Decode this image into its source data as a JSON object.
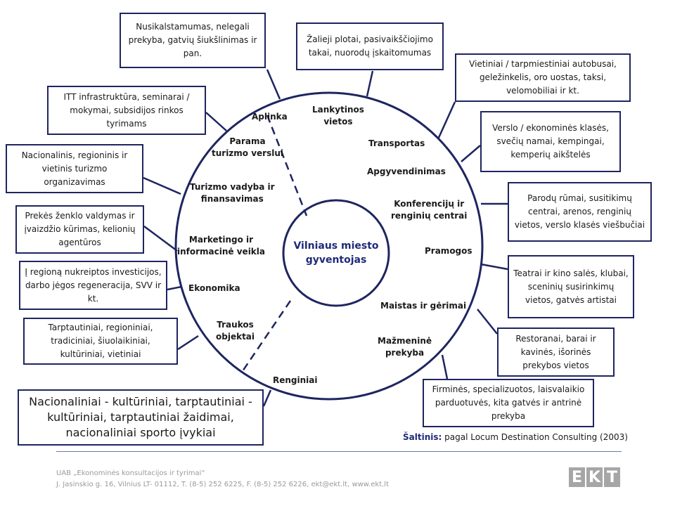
{
  "center": {
    "line1": "Vilniaus miesto",
    "line2": "gyventojas"
  },
  "inner_labels": {
    "aplinka": "Aplinka",
    "lankytinos_1": "Lankytinos",
    "lankytinos_2": "vietos",
    "parama_1": "Parama",
    "parama_2": "turizmo verslui",
    "transportas": "Transportas",
    "apgyvendinimas": "Apgyvendinimas",
    "vadyba_1": "Turizmo vadyba ir",
    "vadyba_2": "finansavimas",
    "konferenciju_1": "Konferencijų ir",
    "konferenciju_2": "renginių centrai",
    "marketingo_1": "Marketingo ir",
    "marketingo_2": "informacinė veikla",
    "pramogos": "Pramogos",
    "ekonomika": "Ekonomika",
    "maistas": "Maistas ir gėrimai",
    "traukos_1": "Traukos",
    "traukos_2": "objektai",
    "mazmenine_1": "Mažmeninė",
    "mazmenine_2": "prekyba",
    "renginiai": "Renginiai"
  },
  "boxes": {
    "nusikalstamumas": "Nusikalstamumas, nelegali prekyba, gatvių šiukšlinimas ir pan.",
    "zalieji": "Žalieji plotai, pasivaikščiojimo takai, nuorodų įskaitomumas",
    "itt": "ITT infrastruktūra, seminarai / mokymai, subsidijos rinkos tyrimams",
    "vietiniai": "Vietiniai / tarpmiestiniai autobusai, geležinkelis, oro uostas, taksi, velomobiliai ir kt.",
    "nacionalinis": "Nacionalinis, regioninis ir vietinis turizmo organizavimas",
    "verslo": "Verslo / ekonominės klasės, svečių namai, kempingai, kemperių aikštelės",
    "parodu": "Parodų rūmai, susitikimų centrai, arenos, renginių vietos, verslo klasės viešbučiai",
    "prekes": "Prekės ženklo valdymas ir įvaizdžio kūrimas, kelionių agentūros",
    "teatrai": "Teatrai ir kino salės, klubai, sceninių susirinkimų vietos, gatvės artistai",
    "investicijos": "Į regioną nukreiptos investicijos, darbo jėgos regeneracija, SVV ir kt.",
    "restoranai": "Restoranai, barai ir kavinės, išorinės prekybos vietos",
    "tarptautiniai": "Tarptautiniai, regioniniai, tradiciniai, šiuolaikiniai, kultūriniai, vietiniai",
    "firmines": "Firminės, specializuotos, laisvalaikio parduotuvės, kita gatvės ir antrinė prekyba",
    "nacionaliniai_kult": "Nacionaliniai - kultūriniai, tarptautiniai - kultūriniai, tarptautiniai žaidimai, nacionaliniai sporto įvykiai"
  },
  "source": {
    "label": "Šaltinis:",
    "text": " pagal Locum Destination Consulting (2003)"
  },
  "footer": {
    "company": "UAB „Ekonominės konsultacijos ir tyrimai“",
    "address": "J. Jasinskio g. 16, Vilnius LT- 01112, T. (8-5) 252 6225, F. (8-5) 252 6226, ekt@ekt.lt, www.ekt.lt",
    "logo_letters": [
      "E",
      "K",
      "T"
    ]
  },
  "colors": {
    "line": "#1e2560",
    "center_text": "#1e2a78",
    "logo": "#a6a6a6"
  }
}
